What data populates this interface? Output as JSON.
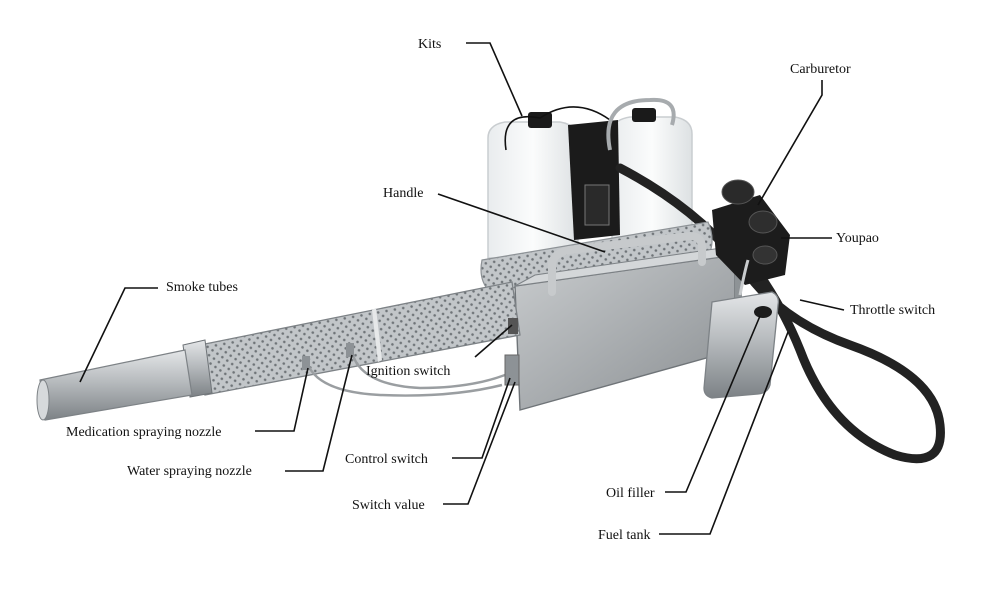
{
  "labels": {
    "kits": "Kits",
    "carburetor": "Carburetor",
    "handle": "Handle",
    "youpao": "Youpao",
    "smoke_tubes": "Smoke tubes",
    "throttle_switch": "Throttle switch",
    "ignition_switch": "Ignition switch",
    "medication_nozzle": "Medication spraying nozzle",
    "water_nozzle": "Water spraying nozzle",
    "control_switch": "Control switch",
    "switch_value": "Switch value",
    "oil_filler": "Oil filler",
    "fuel_tank": "Fuel tank"
  },
  "colors": {
    "tank_plastic": "#f2f4f5",
    "steel": "#b9bdc0",
    "steel_dark": "#8d9296",
    "mesh": "#a8adb1",
    "engine": "#1c1c1c",
    "hose": "#222222",
    "line": "#111111"
  }
}
